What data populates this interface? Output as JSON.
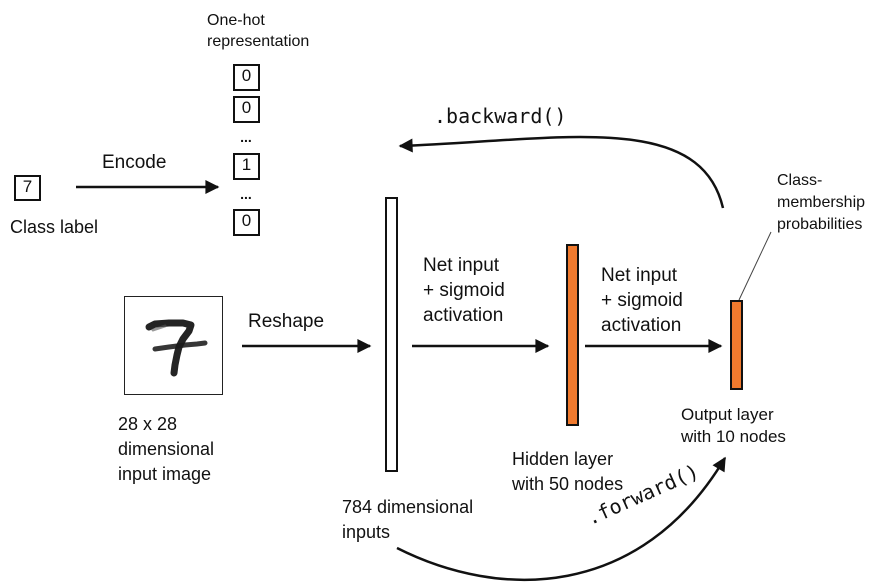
{
  "diagram": {
    "class_label": {
      "digit": "7",
      "caption": "Class label"
    },
    "encode_label": "Encode",
    "one_hot": {
      "title_line1": "One-hot",
      "title_line2": "representation",
      "cells": [
        "0",
        "0",
        "1",
        "0"
      ],
      "ellipsis": "..."
    },
    "backward_label": ".backward()",
    "forward_label": ".forward()",
    "input_image": {
      "caption_line1": "28 x 28",
      "caption_line2": "dimensional",
      "caption_line3": "input image"
    },
    "reshape_label": "Reshape",
    "input_layer": {
      "caption_line1": "784 dimensional",
      "caption_line2": "inputs"
    },
    "hidden_step": {
      "line1": "Net input",
      "line2": "+ sigmoid",
      "line3": "activation"
    },
    "hidden_layer": {
      "caption_line1": "Hidden layer",
      "caption_line2": "with 50 nodes"
    },
    "output_step": {
      "line1": "Net input",
      "line2": "+ sigmoid",
      "line3": "activation"
    },
    "output_layer": {
      "caption_line1": "Output layer",
      "caption_line2": "with 10 nodes"
    },
    "probabilities": {
      "line1": "Class-",
      "line2": "membership",
      "line3": "probabilities"
    }
  },
  "colors": {
    "layer_fill": "#F07A2E",
    "input_layer_fill": "#FFFFFF",
    "stroke": "#111111"
  },
  "icons": {
    "digit_image": "handwritten-seven-image"
  }
}
